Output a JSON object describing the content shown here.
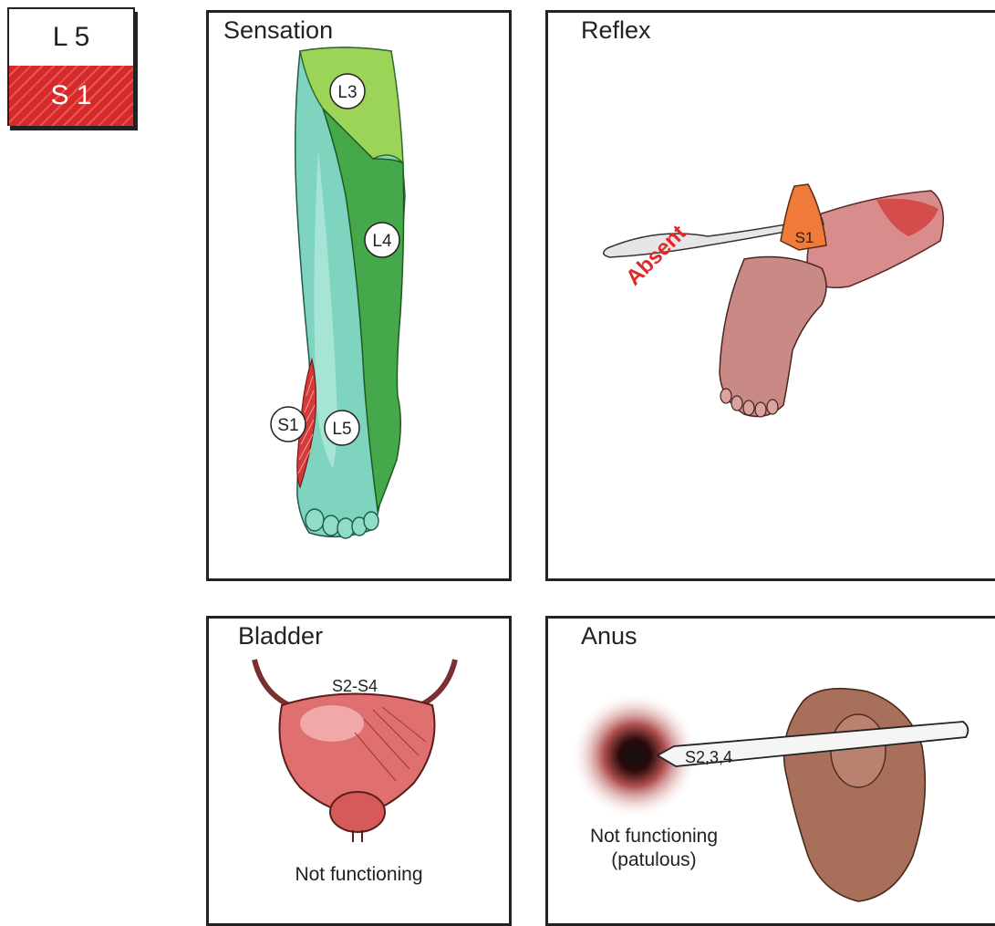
{
  "badge": {
    "top_level": "L 5",
    "bottom_level": "S 1",
    "highlight_color": "#d42a2a"
  },
  "sensation": {
    "title": "Sensation",
    "labels": {
      "l3": "L3",
      "l4": "L4",
      "l5": "L5",
      "s1": "S1"
    },
    "colors": {
      "l3": "#8fc64a",
      "l4": "#3e9c3c",
      "l5": "#6fcdb8",
      "s1": "#d43a3a"
    }
  },
  "reflex": {
    "title": "Reflex",
    "hammer_label": "S1",
    "status": "Absent",
    "status_color": "#e02a2a"
  },
  "bladder": {
    "title": "Bladder",
    "segment_label": "S2-S4",
    "caption": "Not functioning"
  },
  "anus": {
    "title": "Anus",
    "probe_label": "S2,3,4",
    "caption_line1": "Not functioning",
    "caption_line2": "(patulous)"
  }
}
